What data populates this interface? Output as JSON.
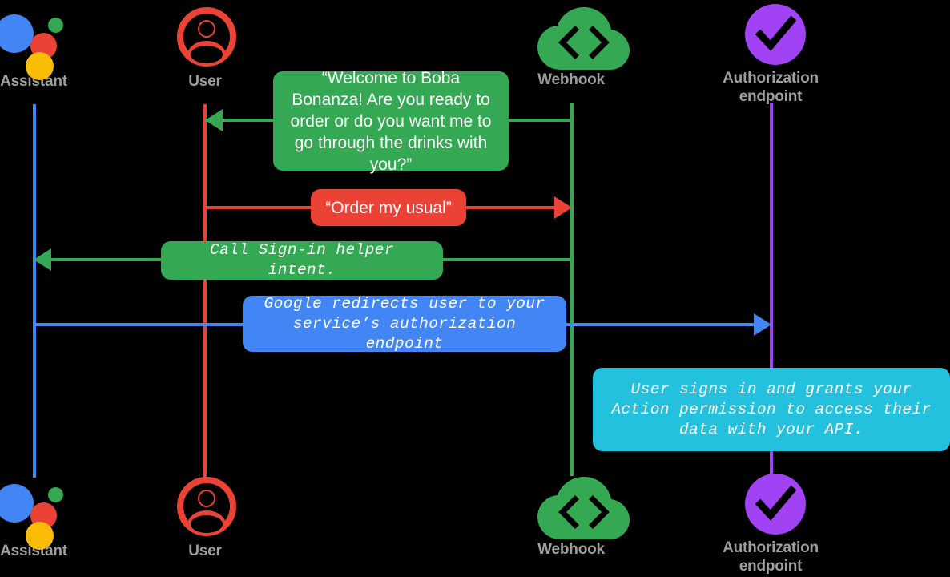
{
  "diagram": {
    "title": "Account linking sequence diagram",
    "background": "#000000",
    "colors": {
      "assistant_blue": "#4285F4",
      "user_red": "#EA4335",
      "webhook_green": "#34A853",
      "auth_purple": "#A142F4",
      "bubble_cyan": "#24C1DE",
      "label_grey": "#9e9e9e",
      "text_white": "#ffffff"
    }
  },
  "actors_top": [
    {
      "id": "assistant",
      "label": "Assistant",
      "icon": "google-assistant-icon",
      "color": "#4285F4"
    },
    {
      "id": "user",
      "label": "User",
      "icon": "user-avatar-icon",
      "color": "#EA4335"
    },
    {
      "id": "webhook",
      "label": "Webhook",
      "icon": "cloud-code-icon",
      "color": "#34A853"
    },
    {
      "id": "auth",
      "label": "Authorization\nendpoint",
      "icon": "purple-check-circle-icon",
      "color": "#A142F4"
    }
  ],
  "actors_bottom": [
    {
      "id": "assistant",
      "label": "Assistant",
      "icon": "google-assistant-icon",
      "color": "#4285F4"
    },
    {
      "id": "user",
      "label": "User",
      "icon": "user-avatar-icon",
      "color": "#EA4335"
    },
    {
      "id": "webhook",
      "label": "Webhook",
      "icon": "cloud-code-icon",
      "color": "#34A853"
    },
    {
      "id": "auth",
      "label": "Authorization\nendpoint",
      "icon": "purple-check-circle-icon",
      "color": "#A142F4"
    }
  ],
  "messages": [
    {
      "id": "welcome",
      "text": "“Welcome to Boba Bonanza! Are you ready to order or do you want me to go through the drinks with you?”",
      "from": "webhook",
      "to": "user",
      "direction": "left",
      "color": "#34A853",
      "font": "sans"
    },
    {
      "id": "order-my-usual",
      "text": "“Order my usual”",
      "from": "user",
      "to": "webhook",
      "direction": "right",
      "color": "#EA4335",
      "font": "sans"
    },
    {
      "id": "call-sign-in-helper",
      "text": "Call Sign-in helper intent.",
      "from": "webhook",
      "to": "assistant",
      "direction": "left",
      "color": "#34A853",
      "font": "mono"
    },
    {
      "id": "google-redirects",
      "text": "Google redirects user to your service’s authorization endpoint",
      "from": "assistant",
      "to": "auth",
      "direction": "right",
      "color": "#4285F4",
      "font": "mono"
    },
    {
      "id": "user-signs-in",
      "text": "User signs in and grants your Action permission to access their data with your API.",
      "from": "auth",
      "to": "auth",
      "direction": "none",
      "color": "#24C1DE",
      "font": "mono"
    }
  ]
}
